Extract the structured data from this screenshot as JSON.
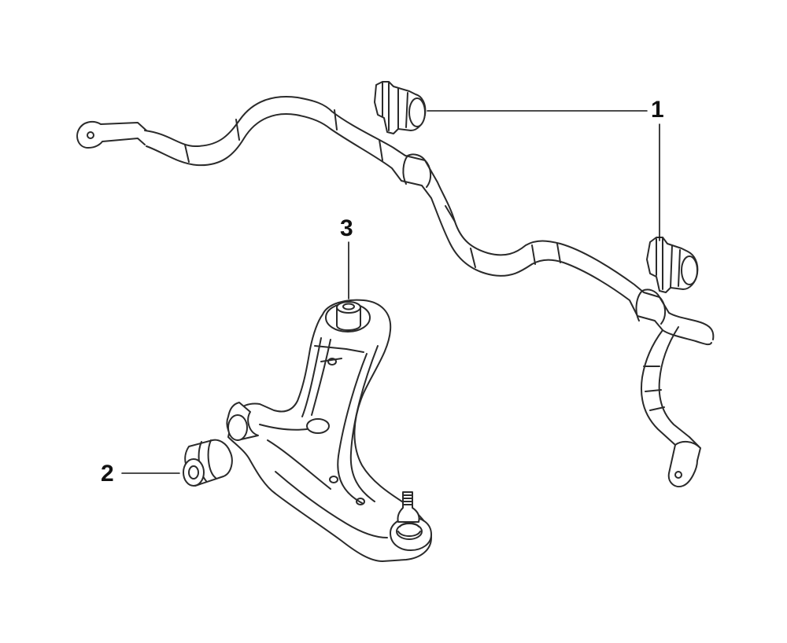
{
  "callouts": [
    {
      "id": "1",
      "label": "1"
    },
    {
      "id": "2",
      "label": "2"
    },
    {
      "id": "3",
      "label": "3"
    }
  ],
  "colors": {
    "stroke": "#2a2a2a",
    "fill": "#ffffff",
    "shade": "#e9e9e9"
  }
}
